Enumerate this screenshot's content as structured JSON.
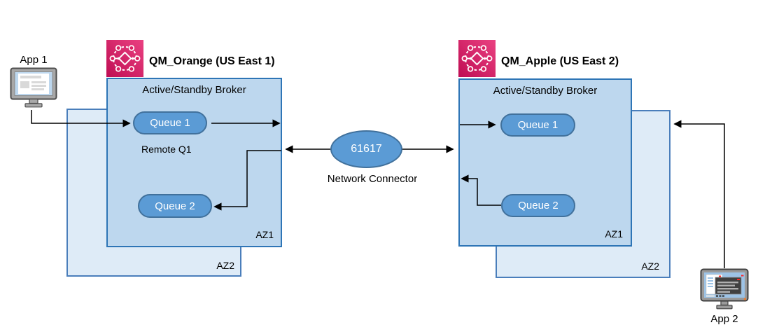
{
  "diagram": {
    "app1": {
      "label": "App 1"
    },
    "app2": {
      "label": "App 2"
    },
    "left_broker": {
      "title": "QM_Orange (US East 1)",
      "broker_label": "Active/Standby Broker",
      "queue1_label": "Queue 1",
      "remote_queue_label": "Remote Q1",
      "queue2_label": "Queue 2",
      "az1_label": "AZ1",
      "az2_label": "AZ2"
    },
    "right_broker": {
      "title": "QM_Apple (US East 2)",
      "broker_label": "Active/Standby Broker",
      "queue1_label": "Queue 1",
      "queue2_label": "Queue 2",
      "az1_label": "AZ1",
      "az2_label": "AZ2"
    },
    "connector": {
      "port": "61617",
      "label": "Network Connector"
    },
    "colors": {
      "queue_fill": "#5B9BD5",
      "queue_border": "#41719C",
      "az1_fill": "#BDD7EE",
      "az1_border": "#2E75B6",
      "az2_fill": "#DEEBF7",
      "az2_border": "#4A7EBB",
      "mq_icon_pink": "#DB1D5F",
      "arrow": "#000000"
    }
  }
}
